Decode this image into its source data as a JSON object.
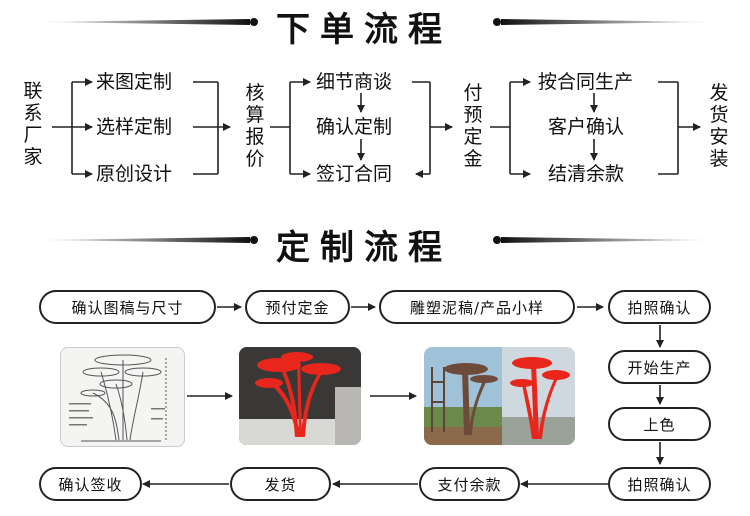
{
  "order_flow": {
    "title": "下单流程",
    "start": "联系厂家",
    "branches": [
      "来图定制",
      "选样定制",
      "原创设计"
    ],
    "quote": "核算报价",
    "negotiation": [
      "细节商谈",
      "确认定制",
      "签订合同"
    ],
    "deposit": "付预定金",
    "production": [
      "按合同生产",
      "客户确认",
      "结清余款"
    ],
    "end": "发货安装"
  },
  "custom_flow": {
    "title": "定制流程",
    "steps": {
      "confirm_drawing": "确认图稿与尺寸",
      "prepay": "预付定金",
      "sculpt": "雕塑泥稿/产品小样",
      "photo_confirm_1": "拍照确认",
      "start_production": "开始生产",
      "coloring": "上色",
      "photo_confirm_2": "拍照确认",
      "pay_balance": "支付余款",
      "ship": "发货",
      "sign_receive": "确认签收"
    }
  },
  "colors": {
    "sculpture_red": "#e8261c",
    "line": "#222222"
  }
}
